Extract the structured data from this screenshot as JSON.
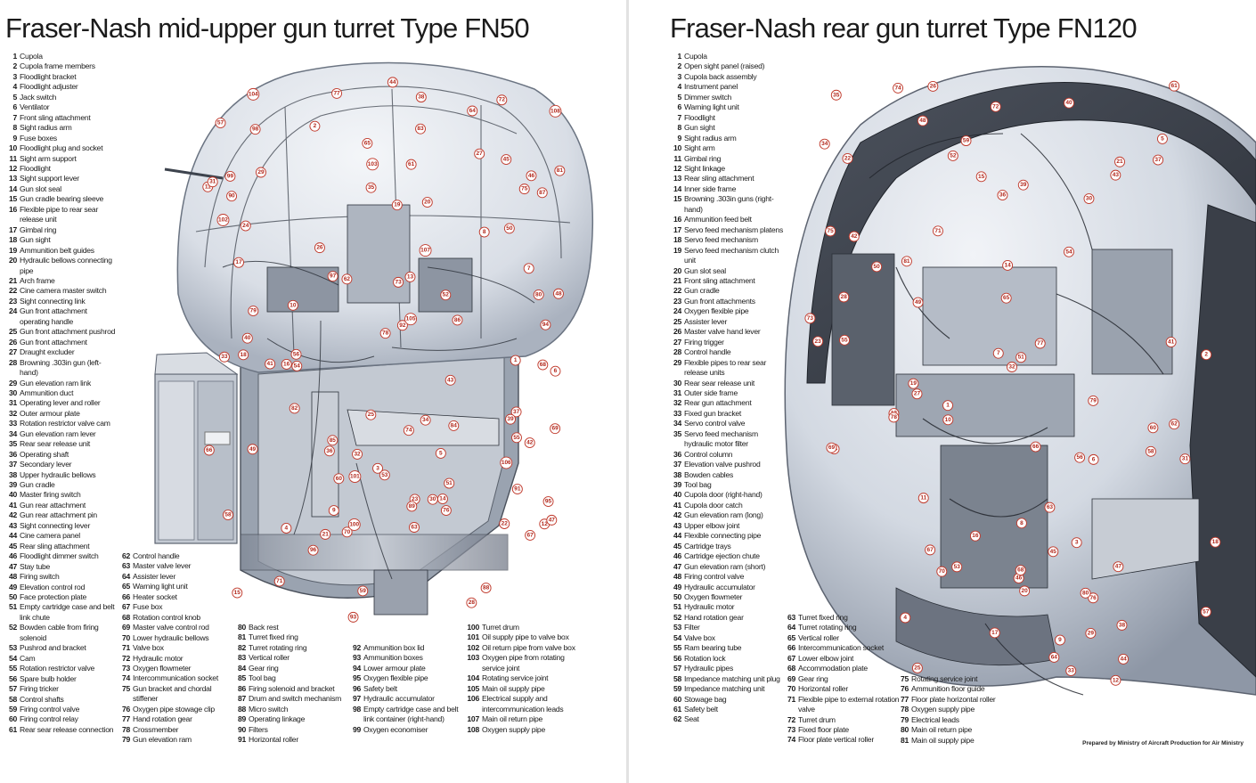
{
  "left": {
    "title": "Fraser-Nash mid-upper gun turret Type FN50",
    "legend": [
      {
        "n": "1",
        "t": "Cupola"
      },
      {
        "n": "2",
        "t": "Cupola frame members"
      },
      {
        "n": "3",
        "t": "Floodlight bracket"
      },
      {
        "n": "4",
        "t": "Floodlight adjuster"
      },
      {
        "n": "5",
        "t": "Jack switch"
      },
      {
        "n": "6",
        "t": "Ventilator"
      },
      {
        "n": "7",
        "t": "Front sling attachment"
      },
      {
        "n": "8",
        "t": "Sight radius arm"
      },
      {
        "n": "9",
        "t": "Fuse boxes"
      },
      {
        "n": "10",
        "t": "Floodlight plug and socket"
      },
      {
        "n": "11",
        "t": "Sight arm support"
      },
      {
        "n": "12",
        "t": "Floodlight"
      },
      {
        "n": "13",
        "t": "Sight support lever"
      },
      {
        "n": "14",
        "t": "Gun slot seal"
      },
      {
        "n": "15",
        "t": "Gun cradle bearing sleeve"
      },
      {
        "n": "16",
        "t": "Flexible pipe to rear sear release unit"
      },
      {
        "n": "17",
        "t": "Gimbal ring"
      },
      {
        "n": "18",
        "t": "Gun sight"
      },
      {
        "n": "19",
        "t": "Ammunition belt guides"
      },
      {
        "n": "20",
        "t": "Hydraulic bellows connecting pipe"
      },
      {
        "n": "21",
        "t": "Arch frame"
      },
      {
        "n": "22",
        "t": "Cine camera master switch"
      },
      {
        "n": "23",
        "t": "Sight connecting link"
      },
      {
        "n": "24",
        "t": "Gun front attachment operating handle"
      },
      {
        "n": "25",
        "t": "Gun front attachment pushrod"
      },
      {
        "n": "26",
        "t": "Gun front attachment"
      },
      {
        "n": "27",
        "t": "Draught excluder"
      },
      {
        "n": "28",
        "t": "Browning .303in gun (left-hand)"
      },
      {
        "n": "29",
        "t": "Gun elevation ram link"
      },
      {
        "n": "30",
        "t": "Ammunition duct"
      },
      {
        "n": "31",
        "t": "Operating lever and roller"
      },
      {
        "n": "32",
        "t": "Outer armour plate"
      },
      {
        "n": "33",
        "t": "Rotation restrictor valve cam"
      },
      {
        "n": "34",
        "t": "Gun elevation ram lever"
      },
      {
        "n": "35",
        "t": "Rear sear release unit"
      },
      {
        "n": "36",
        "t": "Operating shaft"
      },
      {
        "n": "37",
        "t": "Secondary lever"
      },
      {
        "n": "38",
        "t": "Upper hydraulic bellows"
      },
      {
        "n": "39",
        "t": "Gun cradle"
      },
      {
        "n": "40",
        "t": "Master firing switch"
      },
      {
        "n": "41",
        "t": "Gun rear attachment"
      },
      {
        "n": "42",
        "t": "Gun rear attachment pin"
      },
      {
        "n": "43",
        "t": "Sight connecting lever"
      },
      {
        "n": "44",
        "t": "Cine camera panel"
      },
      {
        "n": "45",
        "t": "Rear sling attachment"
      },
      {
        "n": "46",
        "t": "Floodlight dimmer switch"
      },
      {
        "n": "47",
        "t": "Stay tube"
      },
      {
        "n": "48",
        "t": "Firing switch"
      },
      {
        "n": "49",
        "t": "Elevation control rod"
      },
      {
        "n": "50",
        "t": "Face protection plate"
      },
      {
        "n": "51",
        "t": "Empty cartridge case and belt link chute"
      },
      {
        "n": "52",
        "t": "Bowden cable from firing solenoid"
      },
      {
        "n": "53",
        "t": "Pushrod and bracket"
      },
      {
        "n": "54",
        "t": "Cam"
      },
      {
        "n": "55",
        "t": "Rotation restrictor valve"
      },
      {
        "n": "56",
        "t": "Spare bulb holder"
      },
      {
        "n": "57",
        "t": "Firing tricker"
      },
      {
        "n": "58",
        "t": "Control shafts"
      },
      {
        "n": "59",
        "t": "Firing control valve"
      },
      {
        "n": "60",
        "t": "Firing control relay"
      },
      {
        "n": "61",
        "t": "Rear sear release connection"
      }
    ],
    "legend2": [
      {
        "n": "62",
        "t": "Control handle"
      },
      {
        "n": "63",
        "t": "Master valve lever"
      },
      {
        "n": "64",
        "t": "Assister lever"
      },
      {
        "n": "65",
        "t": "Warning light unit"
      },
      {
        "n": "66",
        "t": "Heater socket"
      },
      {
        "n": "67",
        "t": "Fuse box"
      },
      {
        "n": "68",
        "t": "Rotation control knob"
      },
      {
        "n": "69",
        "t": "Master valve control rod"
      },
      {
        "n": "70",
        "t": "Lower hydraulic bellows"
      },
      {
        "n": "71",
        "t": "Valve box"
      },
      {
        "n": "72",
        "t": "Hydraulic motor"
      },
      {
        "n": "73",
        "t": "Oxygen flowmeter"
      },
      {
        "n": "74",
        "t": "Intercommunication socket"
      },
      {
        "n": "75",
        "t": "Gun bracket and chordal stiffener"
      },
      {
        "n": "76",
        "t": "Oxygen pipe stowage clip"
      },
      {
        "n": "77",
        "t": "Hand rotation gear"
      },
      {
        "n": "78",
        "t": "Crossmember"
      },
      {
        "n": "79",
        "t": "Gun elevation ram"
      }
    ],
    "legend3": [
      {
        "n": "80",
        "t": "Back rest"
      },
      {
        "n": "81",
        "t": "Turret fixed ring"
      },
      {
        "n": "82",
        "t": "Turret rotating ring"
      },
      {
        "n": "83",
        "t": "Vertical roller"
      },
      {
        "n": "84",
        "t": "Gear ring"
      },
      {
        "n": "85",
        "t": "Tool bag"
      },
      {
        "n": "86",
        "t": "Firing solenoid and bracket"
      },
      {
        "n": "87",
        "t": "Drum and switch mechanism"
      },
      {
        "n": "88",
        "t": "Micro switch"
      },
      {
        "n": "89",
        "t": "Operating linkage"
      },
      {
        "n": "90",
        "t": "Filters"
      },
      {
        "n": "91",
        "t": "Horizontal roller"
      }
    ],
    "legend4": [
      {
        "n": "92",
        "t": "Ammunition box lid"
      },
      {
        "n": "93",
        "t": "Ammunition boxes"
      },
      {
        "n": "94",
        "t": "Lower armour plate"
      },
      {
        "n": "95",
        "t": "Oxygen flexible pipe"
      },
      {
        "n": "96",
        "t": "Safety belt"
      },
      {
        "n": "97",
        "t": "Hydraulic accumulator"
      },
      {
        "n": "98",
        "t": "Empty cartridge case and belt link container (right-hand)"
      },
      {
        "n": "99",
        "t": "Oxygen economiser"
      }
    ],
    "legend5": [
      {
        "n": "100",
        "t": "Turret drum"
      },
      {
        "n": "101",
        "t": "Oil supply pipe to valve box"
      },
      {
        "n": "102",
        "t": "Oil return pipe from valve box"
      },
      {
        "n": "103",
        "t": "Oxygen pipe from rotating service joint"
      },
      {
        "n": "104",
        "t": "Rotating service joint"
      },
      {
        "n": "105",
        "t": "Main oil supply pipe"
      },
      {
        "n": "106",
        "t": "Electrical supply and intercommunication leads"
      },
      {
        "n": "107",
        "t": "Main oil return pipe"
      },
      {
        "n": "108",
        "t": "Oxygen supply pipe"
      }
    ],
    "callouts": [
      "1",
      "2",
      "3",
      "4",
      "5",
      "6",
      "7",
      "8",
      "9",
      "10",
      "11",
      "12",
      "13",
      "14",
      "15",
      "16",
      "17",
      "18",
      "19",
      "20",
      "21",
      "22",
      "23",
      "24",
      "25",
      "26",
      "27",
      "28",
      "29",
      "30",
      "31",
      "32",
      "33",
      "34",
      "35",
      "36",
      "37",
      "38",
      "39",
      "40",
      "41",
      "42",
      "43",
      "44",
      "45",
      "46",
      "47",
      "48",
      "49",
      "50",
      "51",
      "52",
      "53",
      "54",
      "55",
      "56",
      "57",
      "58",
      "59",
      "60",
      "61",
      "62",
      "63",
      "64",
      "65",
      "66",
      "67",
      "68",
      "69",
      "70",
      "71",
      "72",
      "73",
      "74",
      "75",
      "76",
      "77",
      "78",
      "79",
      "80",
      "81",
      "82",
      "83",
      "84",
      "85",
      "86",
      "87",
      "88",
      "89",
      "90",
      "91",
      "92",
      "93",
      "94",
      "95",
      "96",
      "97",
      "98",
      "99",
      "100",
      "101",
      "102",
      "103",
      "104",
      "105",
      "106",
      "107",
      "108"
    ]
  },
  "right": {
    "title": "Fraser-Nash rear gun turret Type FN120",
    "legend": [
      {
        "n": "1",
        "t": "Cupola"
      },
      {
        "n": "2",
        "t": "Open sight panel (raised)"
      },
      {
        "n": "3",
        "t": "Cupola back assembly"
      },
      {
        "n": "4",
        "t": "Instrument panel"
      },
      {
        "n": "5",
        "t": "Dimmer switch"
      },
      {
        "n": "6",
        "t": "Warning light unit"
      },
      {
        "n": "7",
        "t": "Floodlight"
      },
      {
        "n": "8",
        "t": "Gun sight"
      },
      {
        "n": "9",
        "t": "Sight radius arm"
      },
      {
        "n": "10",
        "t": "Sight arm"
      },
      {
        "n": "11",
        "t": "Gimbal ring"
      },
      {
        "n": "12",
        "t": "Sight linkage"
      },
      {
        "n": "13",
        "t": "Rear sling attachment"
      },
      {
        "n": "14",
        "t": "Inner side frame"
      },
      {
        "n": "15",
        "t": "Browning .303in guns (right-hand)"
      },
      {
        "n": "16",
        "t": "Ammunition feed belt"
      },
      {
        "n": "17",
        "t": "Servo feed mechanism platens"
      },
      {
        "n": "18",
        "t": "Servo feed mechanism"
      },
      {
        "n": "19",
        "t": "Servo feed mechanism clutch unit"
      },
      {
        "n": "20",
        "t": "Gun slot seal"
      },
      {
        "n": "21",
        "t": "Front sling attachment"
      },
      {
        "n": "22",
        "t": "Gun cradle"
      },
      {
        "n": "23",
        "t": "Gun front attachments"
      },
      {
        "n": "24",
        "t": "Oxygen flexible pipe"
      },
      {
        "n": "25",
        "t": "Assister lever"
      },
      {
        "n": "26",
        "t": "Master valve hand lever"
      },
      {
        "n": "27",
        "t": "Firing trigger"
      },
      {
        "n": "28",
        "t": "Control handle"
      },
      {
        "n": "29",
        "t": "Flexible pipes to rear sear release units"
      },
      {
        "n": "30",
        "t": "Rear sear release unit"
      },
      {
        "n": "31",
        "t": "Outer side frame"
      },
      {
        "n": "32",
        "t": "Rear gun attachment"
      },
      {
        "n": "33",
        "t": "Fixed gun bracket"
      },
      {
        "n": "34",
        "t": "Servo control valve"
      },
      {
        "n": "35",
        "t": "Servo feed mechanism hydraulic motor filter"
      },
      {
        "n": "36",
        "t": "Control column"
      },
      {
        "n": "37",
        "t": "Elevation valve pushrod"
      },
      {
        "n": "38",
        "t": "Bowden cables"
      },
      {
        "n": "39",
        "t": "Tool bag"
      },
      {
        "n": "40",
        "t": "Cupola door (right-hand)"
      },
      {
        "n": "41",
        "t": "Cupola door catch"
      },
      {
        "n": "42",
        "t": "Gun elevation ram (long)"
      },
      {
        "n": "43",
        "t": "Upper elbow joint"
      },
      {
        "n": "44",
        "t": "Flexible connecting pipe"
      },
      {
        "n": "45",
        "t": "Cartridge trays"
      },
      {
        "n": "46",
        "t": "Cartridge ejection chute"
      },
      {
        "n": "47",
        "t": "Gun elevation ram (short)"
      },
      {
        "n": "48",
        "t": "Firing control valve"
      },
      {
        "n": "49",
        "t": "Hydraulic accumulator"
      },
      {
        "n": "50",
        "t": "Oxygen flowmeter"
      },
      {
        "n": "51",
        "t": "Hydraulic motor"
      },
      {
        "n": "52",
        "t": "Hand rotation gear"
      },
      {
        "n": "53",
        "t": "Filter"
      },
      {
        "n": "54",
        "t": "Valve box"
      },
      {
        "n": "55",
        "t": "Ram bearing tube"
      },
      {
        "n": "56",
        "t": "Rotation lock"
      },
      {
        "n": "57",
        "t": "Hydraulic pipes"
      },
      {
        "n": "58",
        "t": "Impedance matching unit plug"
      },
      {
        "n": "59",
        "t": "Impedance matching unit"
      },
      {
        "n": "60",
        "t": "Stowage bag"
      },
      {
        "n": "61",
        "t": "Safety belt"
      },
      {
        "n": "62",
        "t": "Seat"
      }
    ],
    "legend2": [
      {
        "n": "63",
        "t": "Turret fixed ring"
      },
      {
        "n": "64",
        "t": "Turret rotating ring"
      },
      {
        "n": "65",
        "t": "Vertical roller"
      },
      {
        "n": "66",
        "t": "Intercommunication socket"
      },
      {
        "n": "67",
        "t": "Lower elbow joint"
      },
      {
        "n": "68",
        "t": "Accommodation plate"
      },
      {
        "n": "69",
        "t": "Gear ring"
      },
      {
        "n": "70",
        "t": "Horizontal roller"
      },
      {
        "n": "71",
        "t": "Flexible pipe to external rotation valve"
      },
      {
        "n": "72",
        "t": "Turret drum"
      },
      {
        "n": "73",
        "t": "Fixed floor plate"
      },
      {
        "n": "74",
        "t": "Floor plate vertical roller"
      }
    ],
    "legend3": [
      {
        "n": "75",
        "t": "Rotating service joint"
      },
      {
        "n": "76",
        "t": "Ammunition floor guide"
      },
      {
        "n": "77",
        "t": "Floor plate horizontal roller"
      },
      {
        "n": "78",
        "t": "Oxygen supply pipe"
      },
      {
        "n": "79",
        "t": "Electrical leads"
      },
      {
        "n": "80",
        "t": "Main oil return pipe"
      },
      {
        "n": "81",
        "t": "Main oil supply pipe"
      }
    ],
    "callouts": [
      "1",
      "2",
      "3",
      "4",
      "5",
      "6",
      "7",
      "8",
      "9",
      "10",
      "11",
      "12",
      "13",
      "14",
      "15",
      "16",
      "17",
      "18",
      "19",
      "20",
      "21",
      "22",
      "23",
      "24",
      "25",
      "26",
      "27",
      "28",
      "29",
      "30",
      "31",
      "32",
      "33",
      "34",
      "35",
      "36",
      "37",
      "38",
      "39",
      "40",
      "41",
      "42",
      "43",
      "44",
      "45",
      "46",
      "47",
      "48",
      "49",
      "50",
      "51",
      "52",
      "53",
      "54",
      "55",
      "56",
      "57",
      "58",
      "59",
      "60",
      "61",
      "62",
      "63",
      "64",
      "65",
      "66",
      "67",
      "68",
      "69",
      "70",
      "71",
      "72",
      "73",
      "74",
      "75",
      "76",
      "77",
      "78",
      "79",
      "80",
      "81"
    ],
    "credit": "Prepared by Ministry of Aircraft Production for Air Ministry"
  }
}
